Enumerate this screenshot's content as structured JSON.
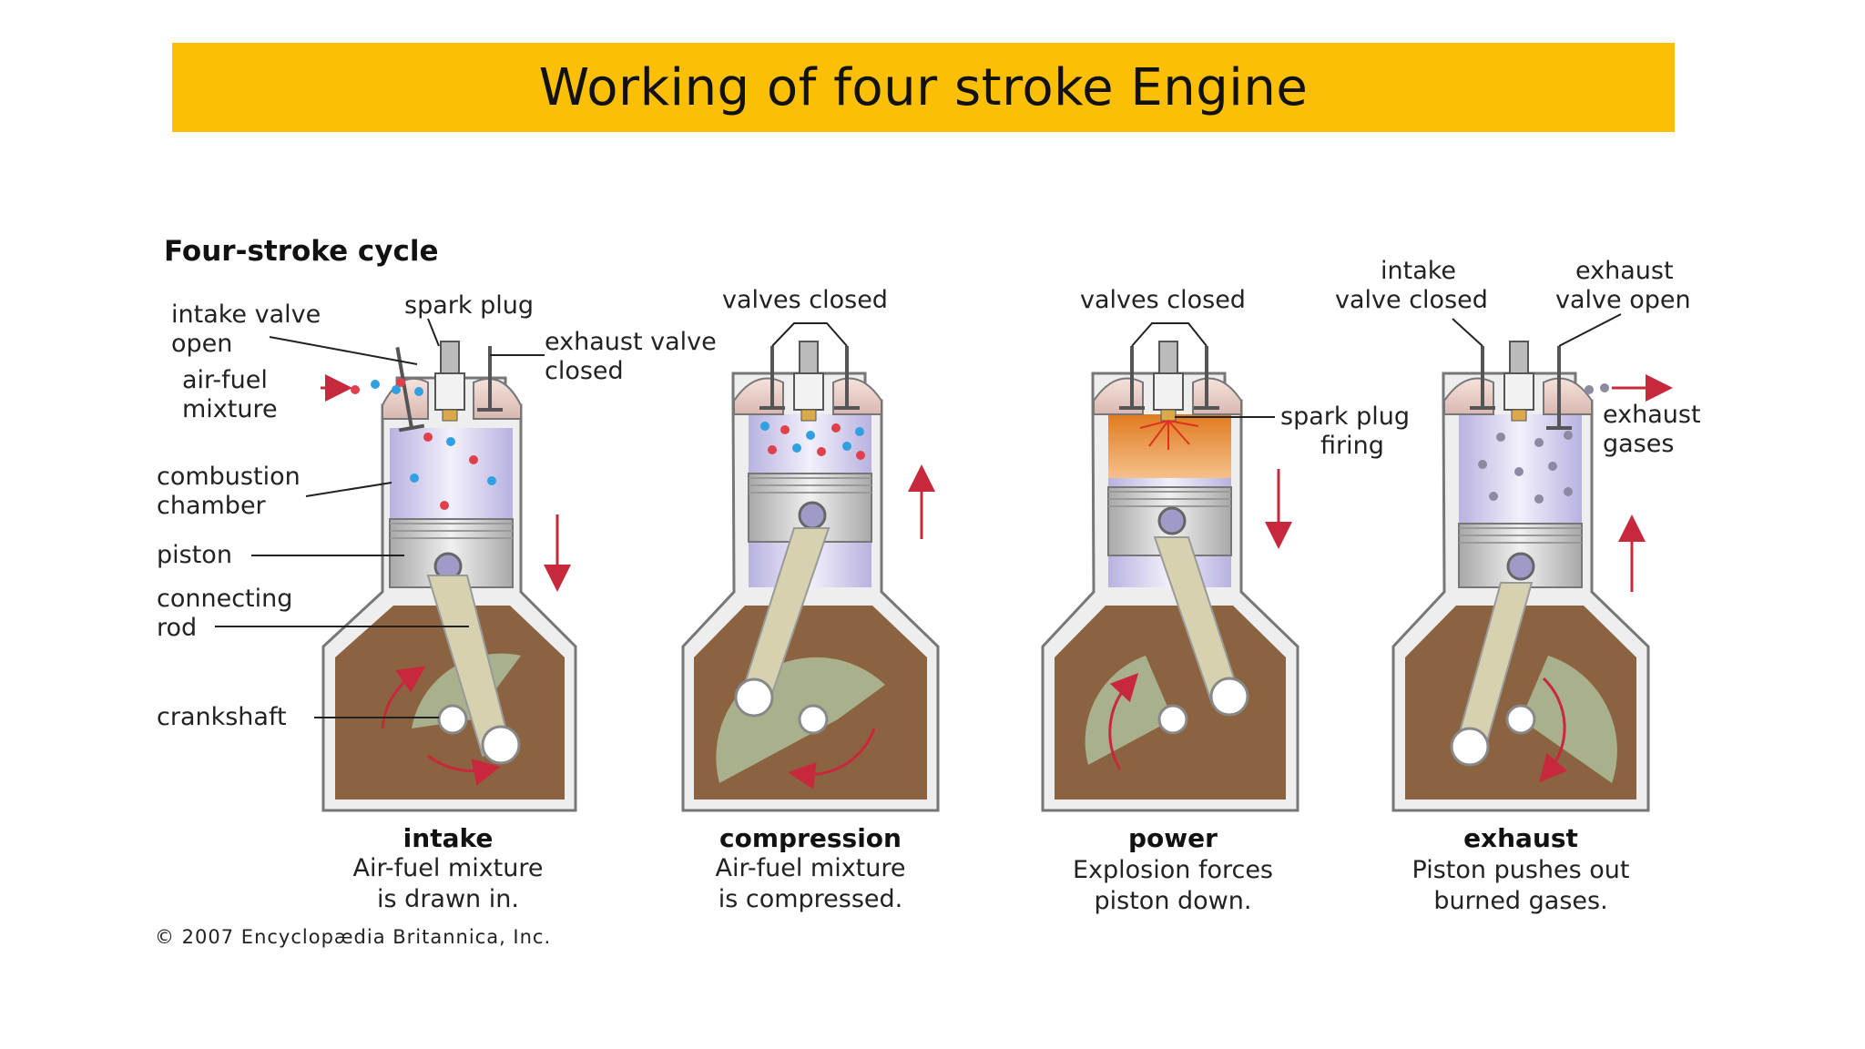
{
  "title": "Working of four stroke Engine",
  "diagram": {
    "heading": "Four-stroke cycle",
    "credit": "© 2007 Encyclopædia Britannica, Inc.",
    "part_labels": {
      "intake_valve_open": [
        "intake valve",
        "open"
      ],
      "spark_plug": "spark plug",
      "exhaust_valve_closed": [
        "exhaust valve",
        "closed"
      ],
      "air_fuel_mixture": [
        "air-fuel",
        "mixture"
      ],
      "combustion_chamber": [
        "combustion",
        "chamber"
      ],
      "piston": "piston",
      "connecting_rod": [
        "connecting",
        "rod"
      ],
      "crankshaft": "crankshaft"
    },
    "stage_labels": {
      "compression_valves": "valves closed",
      "power_valves": "valves closed",
      "spark_plug_firing": [
        "spark plug",
        "firing"
      ],
      "intake_valve_closed": [
        "intake",
        "valve closed"
      ],
      "exhaust_valve_open": [
        "exhaust",
        "valve open"
      ],
      "exhaust_gases": [
        "exhaust",
        "gases"
      ]
    },
    "strokes": [
      {
        "name": "intake",
        "desc": [
          "Air-fuel mixture",
          "is drawn in."
        ],
        "direction": "down"
      },
      {
        "name": "compression",
        "desc": [
          "Air-fuel mixture",
          "is compressed."
        ],
        "direction": "up"
      },
      {
        "name": "power",
        "desc": [
          "Explosion forces",
          "piston down."
        ],
        "direction": "down"
      },
      {
        "name": "exhaust",
        "desc": [
          "Piston pushes out",
          "burned gases."
        ],
        "direction": "up"
      }
    ],
    "colors": {
      "title_bar": "#fbbf05",
      "crankcase": "#8b6340",
      "cylinder_fill": "#d8d4ee",
      "arrow": "#c8283c",
      "crank_disc": "#a8b08c",
      "rod": "#d6d2b0",
      "flame": "#e88a30"
    }
  }
}
